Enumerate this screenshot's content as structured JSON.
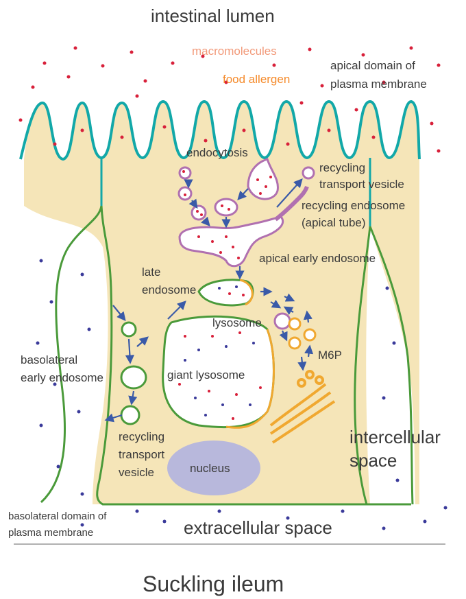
{
  "colors": {
    "cytoplasm": "#f5e5b8",
    "apical_membrane": "#12a8a8",
    "basolateral_membrane": "#4a9a3a",
    "endosome_outline": "#b070b0",
    "lysosome_outline": "#f0a830",
    "red_dot": "#d8203a",
    "blue_dot": "#3a3a9a",
    "arrow": "#3a5aa8",
    "nucleus": "#b8b8dc",
    "text": "#3a3a3a",
    "food_allergen": "#f58a2a",
    "macromolecules": "#f29a7a"
  },
  "labels": {
    "intestinal_lumen": "intestinal lumen",
    "macromolecules": "macromolecules",
    "food_allergen": "food allergen",
    "apical_domain_1": "apical domain of",
    "apical_domain_2": "plasma membrane",
    "endocytosis": "endocytosis",
    "recycling_vesicle_top_1": "recycling",
    "recycling_vesicle_top_2": "transport vesicle",
    "recycling_endosome_1": "recycling endosome",
    "recycling_endosome_2": "(apical tube)",
    "apical_early_endosome": "apical early endosome",
    "late_endosome_1": "late",
    "late_endosome_2": "endosome",
    "lysosome": "lysosome",
    "m6p": "M6P",
    "basolateral_early_1": "basolateral",
    "basolateral_early_2": "early endosome",
    "giant_lysosome": "giant lysosome",
    "recycling_vesicle_bottom_1": "recycling",
    "recycling_vesicle_bottom_2": "transport",
    "recycling_vesicle_bottom_3": "vesicle",
    "intercellular_1": "intercellular",
    "intercellular_2": "space",
    "nucleus": "nucleus",
    "basolateral_domain_1": "basolateral domain of",
    "basolateral_domain_2": "plasma membrane",
    "extracellular_space": "extracellular space",
    "caption": "Suckling ileum"
  }
}
